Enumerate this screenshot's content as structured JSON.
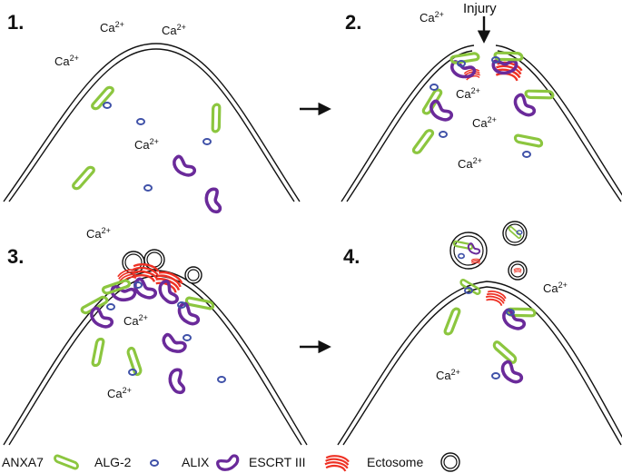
{
  "panels": [
    {
      "number": "1.",
      "ion_labels": [
        "Ca2+",
        "Ca2+",
        "Ca2+",
        "Ca2+"
      ]
    },
    {
      "number": "2.",
      "ion_labels": [
        "Ca2+",
        "Ca2+",
        "Ca2+",
        "Ca2+"
      ],
      "injury_label": "Injury"
    },
    {
      "number": "3.",
      "ion_labels": [
        "Ca2+",
        "Ca2+",
        "Ca2+"
      ]
    },
    {
      "number": "4.",
      "ion_labels": [
        "Ca2+",
        "Ca2+"
      ]
    }
  ],
  "ion": {
    "base": "Ca",
    "superscript": "2+"
  },
  "legend": [
    {
      "label": "ANXA7",
      "color": "#8cc63f"
    },
    {
      "label": "ALG-2",
      "color": "#3f51a8"
    },
    {
      "label": "ALIX",
      "color": "#6a2a9a"
    },
    {
      "label": "ESCRT III",
      "color": "#ee3124"
    },
    {
      "label": "Ectosome",
      "color": "#222222"
    }
  ],
  "arrows": [
    "step-arrow-1-2",
    "step-arrow-3-4"
  ]
}
